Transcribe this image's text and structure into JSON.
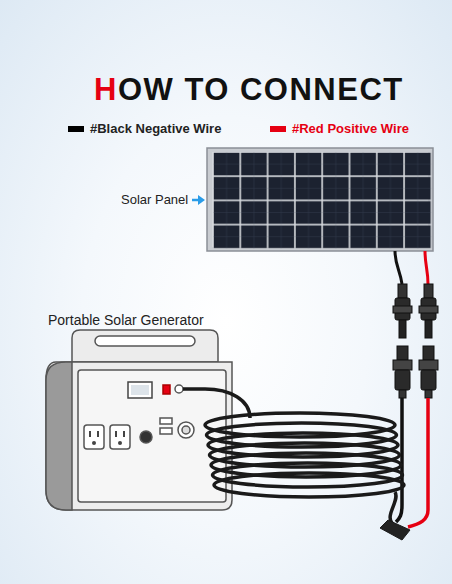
{
  "diagram": {
    "title": "HOW TO CONNECT",
    "labels": [
      "Solar Panel",
      "Portable Solar Generator"
    ],
    "legend": [
      {
        "text": "#Black Negative Wire",
        "color": "#000000"
      },
      {
        "text": "#Red Positive Wire",
        "color": "#e60012"
      }
    ]
  }
}
